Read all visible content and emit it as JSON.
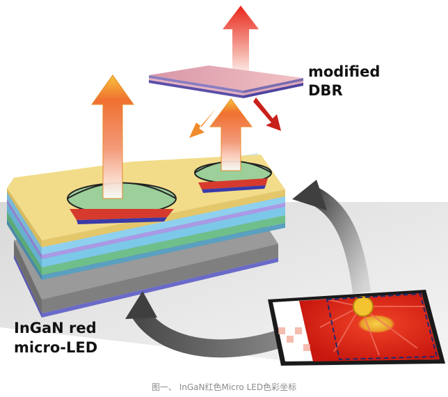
{
  "labels": {
    "dbr_line1": "modified",
    "dbr_line2": "DBR",
    "device_line1": "InGaN red",
    "device_line2": "micro-LED"
  },
  "caption": "图一、 InGaN红色Micro LED色彩坐标",
  "colors": {
    "emission_red": "#e8261a",
    "emission_orange": "#f5a623",
    "dbr_top": "#e7a9b4",
    "dbr_stripe": "#5b4fa8",
    "gan_yellow": "#f2dc8a",
    "mesa_green": "#9ccf9a",
    "layer_blue": "#8fd0ee",
    "layer_purple": "#a999e6",
    "substrate_gray": "#8d8d8d",
    "display_red": "#e02a1f"
  },
  "icons": [
    "emission-arrow-icon",
    "curved-pointer-arrow-icon",
    "flower-display-icon"
  ]
}
